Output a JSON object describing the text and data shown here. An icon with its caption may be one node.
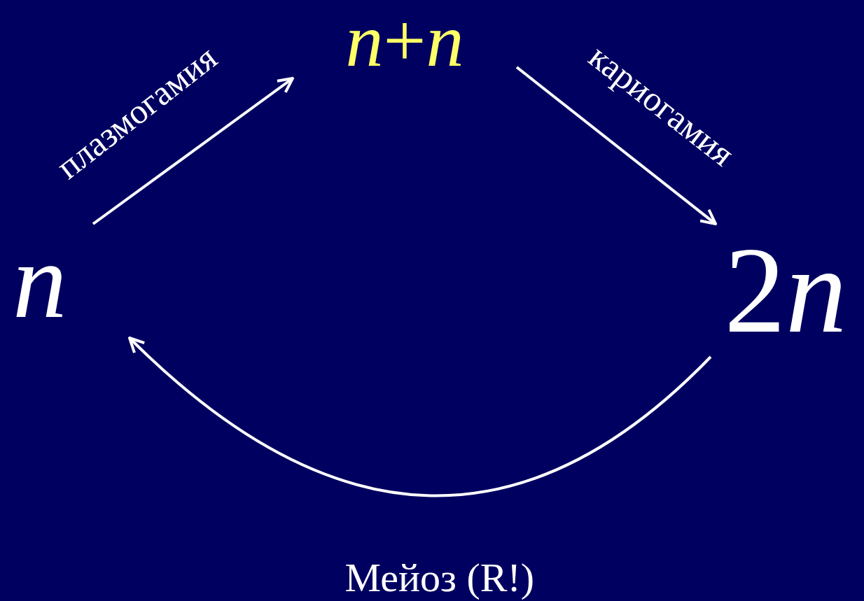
{
  "diagram": {
    "nodes": [
      {
        "text": [
          "n"
        ]
      },
      {
        "text": [
          "n+n"
        ]
      },
      {
        "text": [
          "2n"
        ]
      }
    ],
    "edges": [
      {
        "from": 0,
        "to": 1,
        "arrow": "to",
        "label": "плазмогамия"
      },
      {
        "from": 1,
        "to": 2,
        "arrow": "to",
        "label": "кариогамия"
      },
      {
        "from": 2,
        "to": 0,
        "arrow": "to",
        "label": "Мейоз (R!)"
      }
    ]
  }
}
